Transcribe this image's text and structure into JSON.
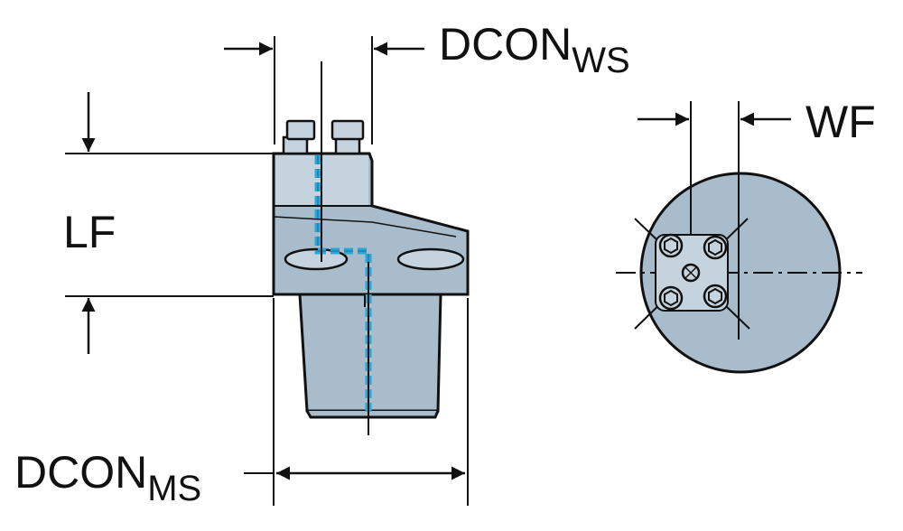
{
  "labels": {
    "dcon_ws": {
      "main": "DCON",
      "sub": "WS"
    },
    "dcon_ms": {
      "main": "DCON",
      "sub": "MS"
    },
    "lf": "LF",
    "wf": "WF"
  },
  "colors": {
    "body": "#a9bccb",
    "body_light": "#c4d3de",
    "line": "#111111",
    "coolant": "#2aa7d9"
  }
}
